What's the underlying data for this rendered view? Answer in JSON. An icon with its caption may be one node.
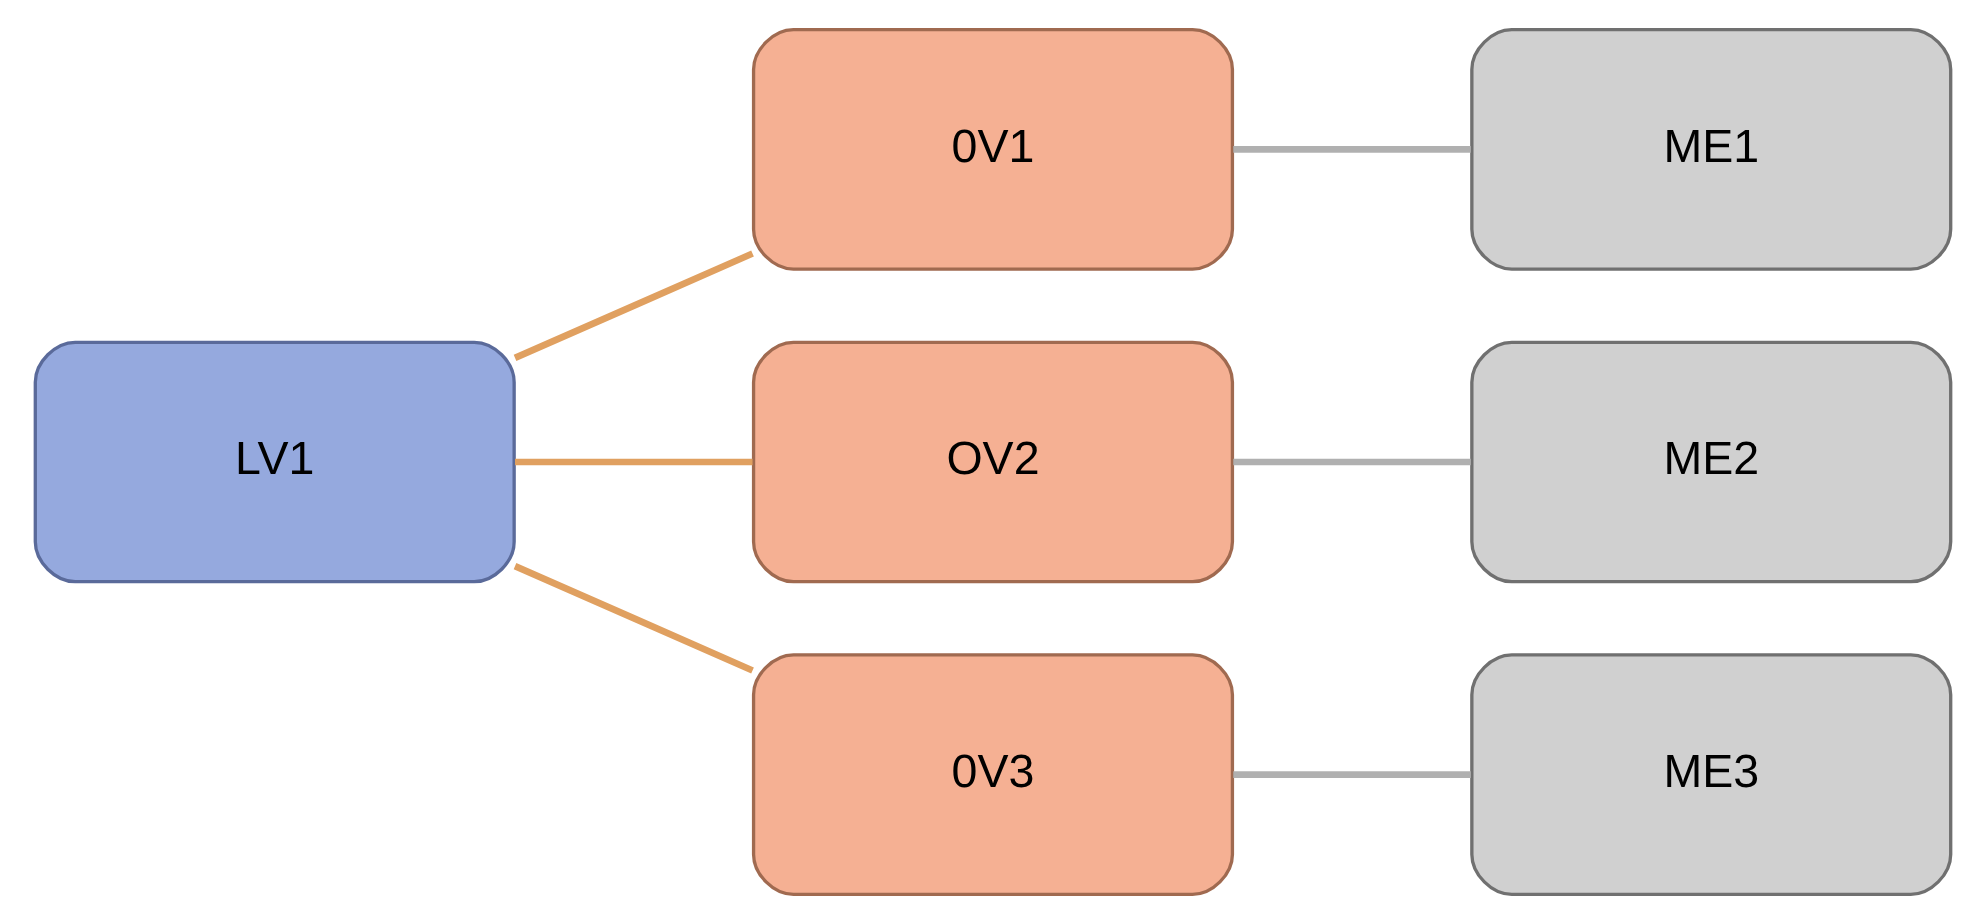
{
  "diagram": {
    "nodes": [
      {
        "text": [
          "LV1"
        ]
      },
      {
        "text": [
          "0V1"
        ]
      },
      {
        "text": [
          "OV2"
        ]
      },
      {
        "text": [
          "0V3"
        ]
      },
      {
        "text": [
          "ME1"
        ]
      },
      {
        "text": [
          "ME2"
        ]
      },
      {
        "text": [
          "ME3"
        ]
      }
    ],
    "edges": [
      {
        "from": 0,
        "to": 1,
        "arrow": "none",
        "color": "#e0a060"
      },
      {
        "from": 0,
        "to": 2,
        "arrow": "none",
        "color": "#e0a060"
      },
      {
        "from": 0,
        "to": 3,
        "arrow": "none",
        "color": "#e0a060"
      },
      {
        "from": 1,
        "to": 4,
        "arrow": "none"
      },
      {
        "from": 2,
        "to": 5,
        "arrow": "none"
      },
      {
        "from": 3,
        "to": 6,
        "arrow": "none"
      }
    ]
  }
}
